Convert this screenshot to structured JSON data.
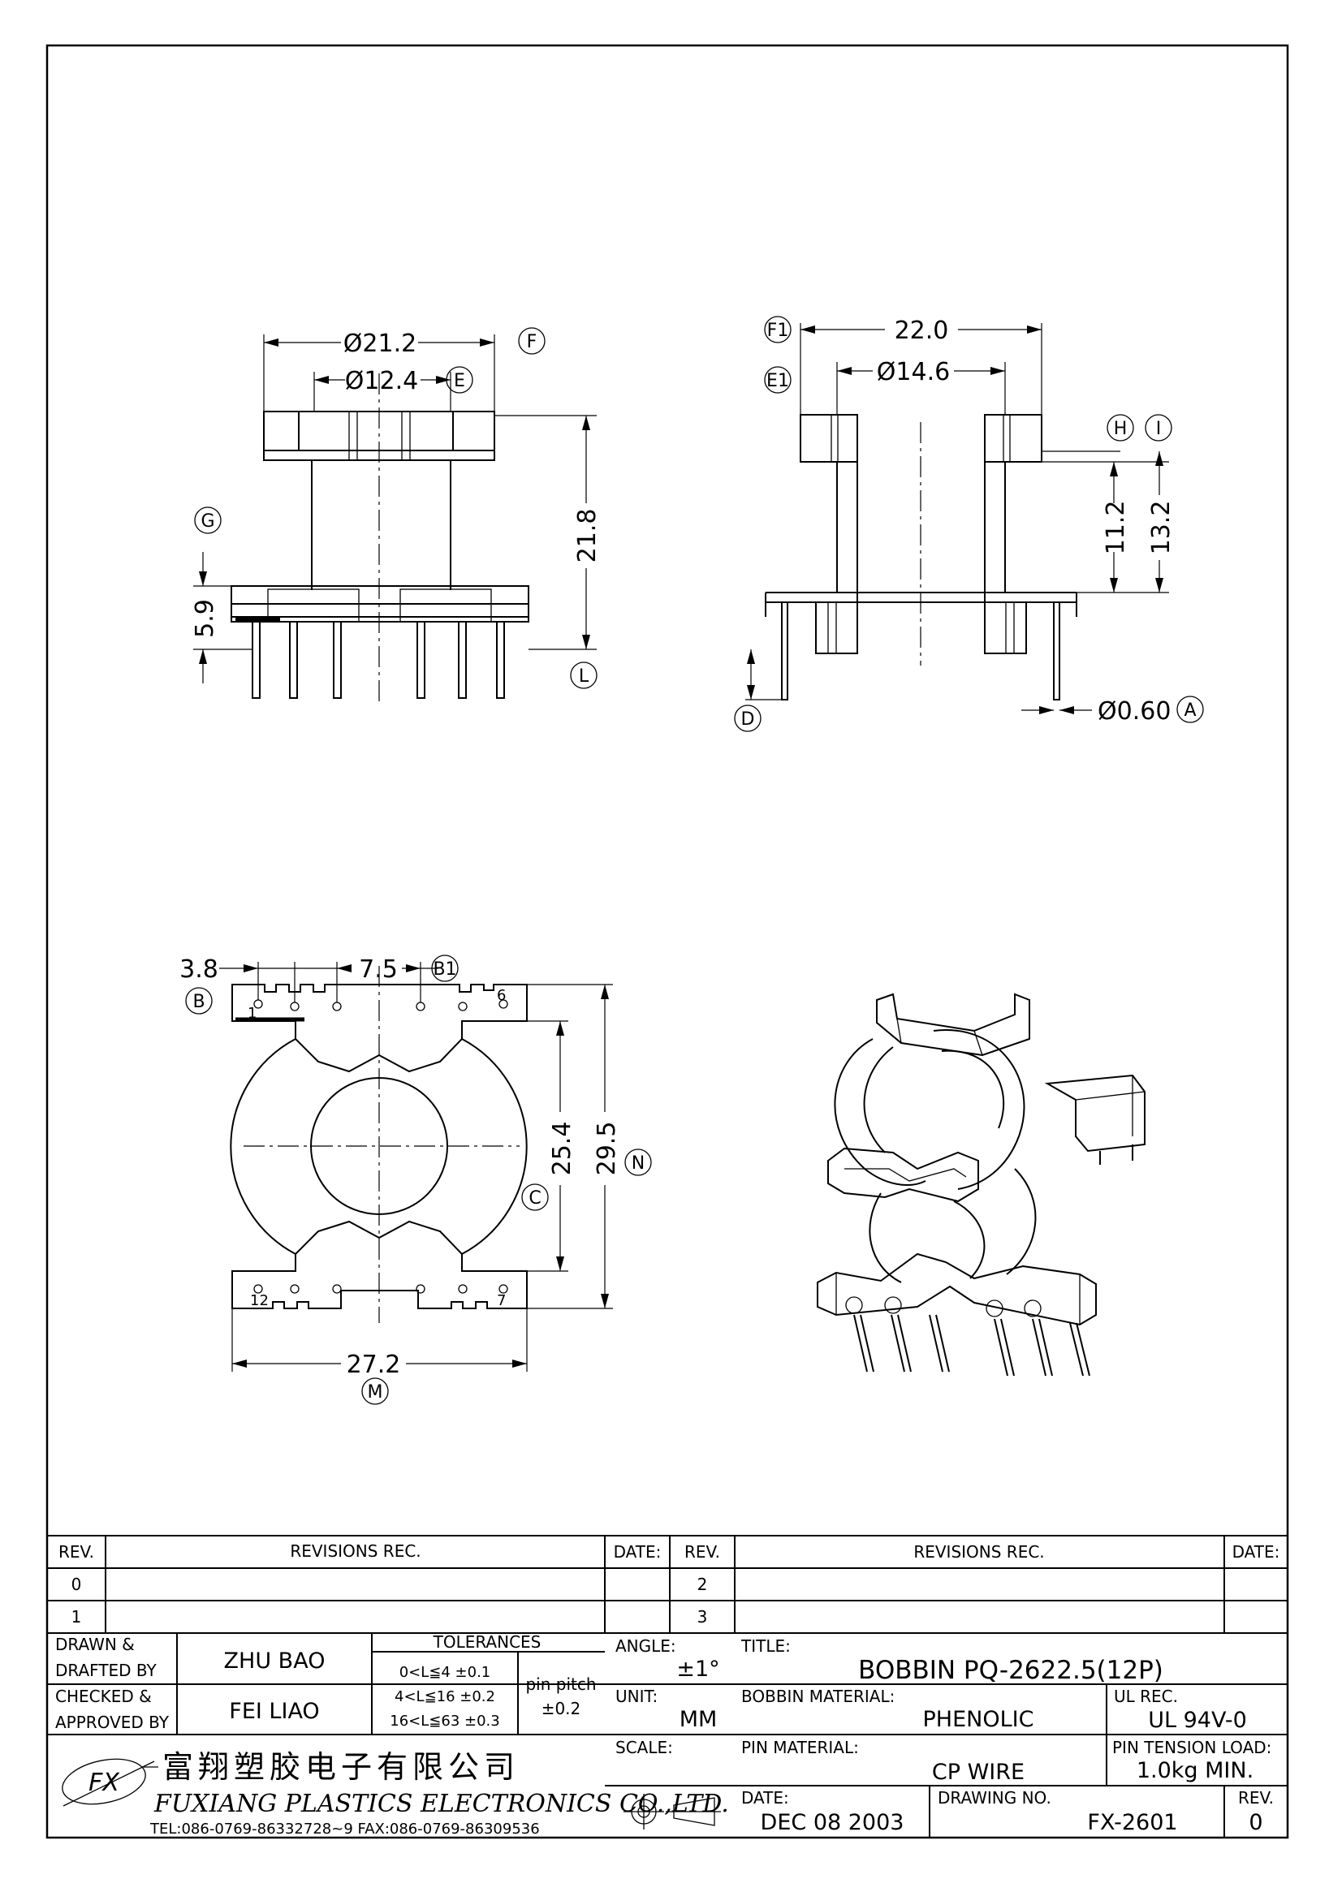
{
  "views": {
    "front": {
      "dims": {
        "top_outer": "Ø21.2",
        "top_inner": "Ø12.4",
        "height": "21.8",
        "base": "5.9"
      },
      "callouts": {
        "f": "F",
        "e": "E",
        "g": "G",
        "l": "L"
      }
    },
    "side": {
      "dims": {
        "width": "22.0",
        "inner": "Ø14.6",
        "h1": "11.2",
        "h2": "13.2",
        "pin": "Ø0.60"
      },
      "callouts": {
        "f1": "F1",
        "e1": "E1",
        "h": "H",
        "i": "I",
        "d": "D",
        "a": "A"
      }
    },
    "bottom": {
      "dims": {
        "pitch": "3.8",
        "gap": "7.5",
        "inner_len": "25.4",
        "outer_len": "29.5",
        "width": "27.2"
      },
      "callouts": {
        "b": "B",
        "b1": "B1",
        "c": "C",
        "n": "N",
        "m": "M"
      },
      "pins": {
        "p1": "1",
        "p6": "6",
        "p7": "7",
        "p12": "12"
      }
    }
  },
  "revisions": {
    "header": {
      "rev": "REV.",
      "rec": "REVISIONS   REC.",
      "date": "DATE:"
    },
    "left_revs": [
      "0",
      "1"
    ],
    "right_revs": [
      "2",
      "3"
    ]
  },
  "title_block": {
    "drawn_label_1": "DRAWN &",
    "drawn_label_2": "DRAFTED BY",
    "drawn_by": "ZHU  BAO",
    "checked_label_1": "CHECKED &",
    "checked_label_2": "APPROVED BY",
    "checked_by": "FEI  LIAO",
    "tolerances_label": "TOLERANCES",
    "tol_1": "0<L≦4   ±0.1",
    "tol_2": "4<L≦16  ±0.2",
    "tol_3": "16<L≦63  ±0.3",
    "pin_pitch_label": "pin  pitch",
    "pin_pitch_value": "±0.2",
    "angle_label": "ANGLE:",
    "angle_value": "±1°",
    "unit_label": "UNIT:",
    "unit_value": "MM",
    "scale_label": "SCALE:",
    "title_label": "TITLE:",
    "title_value": "BOBBIN  PQ-2622.5(12P)",
    "bobbin_material_label": "BOBBIN  MATERIAL:",
    "bobbin_material_value": "PHENOLIC",
    "ul_rec_label": "UL  REC.",
    "ul_rec_value": "UL  94V-0",
    "pin_material_label": "PIN  MATERIAL:",
    "pin_material_value": "CP  WIRE",
    "pin_tension_label": "PIN  TENSION  LOAD:",
    "pin_tension_value": "1.0kg  MIN.",
    "date_label": "DATE:",
    "date_value": "DEC  08  2003",
    "drawing_no_label": "DRAWING  NO.",
    "drawing_no_value": "FX-2601",
    "rev_label": "REV.",
    "rev_value": "0",
    "company_cn": "富翔塑胶电子有限公司",
    "company_en": "FUXIANG  PLASTICS  ELECTRONICS  CO.,LTD.",
    "contact": "TEL:086-0769-86332728~9   FAX:086-0769-86309536"
  }
}
